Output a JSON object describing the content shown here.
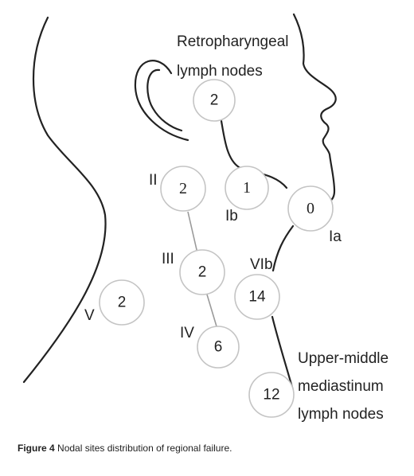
{
  "diagram": {
    "regions": [
      {
        "key": "retro",
        "label_lines": [
          "Retropharyngeal",
          "lymph nodes"
        ],
        "count": "2"
      },
      {
        "key": "ia",
        "label_lines": [
          "Ia"
        ],
        "count": "0"
      },
      {
        "key": "ib",
        "label_lines": [
          "Ib"
        ],
        "count": "1"
      },
      {
        "key": "ii",
        "label_lines": [
          "II"
        ],
        "count": "2"
      },
      {
        "key": "iii",
        "label_lines": [
          "III"
        ],
        "count": "2"
      },
      {
        "key": "iv",
        "label_lines": [
          "IV"
        ],
        "count": "6"
      },
      {
        "key": "v",
        "label_lines": [
          "V"
        ],
        "count": "2"
      },
      {
        "key": "vib",
        "label_lines": [
          "VIb"
        ],
        "count": "14"
      },
      {
        "key": "mediastinum",
        "label_lines": [
          "Upper-middle",
          "mediastinum",
          "lymph nodes"
        ],
        "count": "12"
      }
    ],
    "colors": {
      "outline": "#222222",
      "node_stroke": "#c4c4c4",
      "connector": "#9a9a9a",
      "text": "#222222"
    }
  },
  "caption": {
    "label": "Figure 4",
    "text": "Nodal sites distribution of regional failure."
  }
}
